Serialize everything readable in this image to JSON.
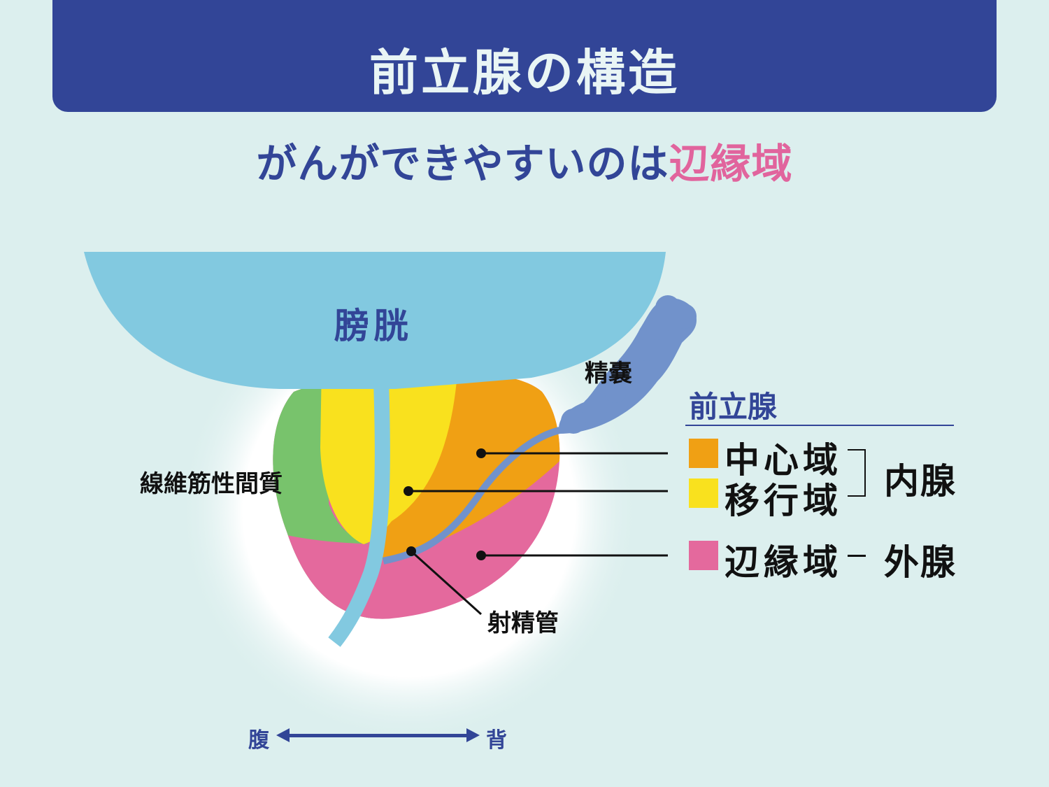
{
  "header": {
    "title": "前立腺の構造"
  },
  "subtitle": {
    "text_plain": "がんができやすいのは",
    "text_highlight": "辺縁域"
  },
  "diagram": {
    "labels": {
      "bladder": "膀胱",
      "seminal_vesicle": "精嚢",
      "fibromuscular_stroma": "線維筋性間質",
      "ejaculatory_duct": "射精管"
    },
    "colors": {
      "background": "#dcefee",
      "header": "#324597",
      "bladder": "#82c9e0",
      "seminal_vesicle": "#7192cb",
      "central_zone": "#f0a014",
      "transition_zone": "#f9e11e",
      "peripheral_zone": "#e4699d",
      "stroma": "#78c36c",
      "highlight": "#e1649d"
    }
  },
  "legend": {
    "title": "前立腺",
    "items": [
      {
        "label": "中心域",
        "color": "#f0a014"
      },
      {
        "label": "移行域",
        "color": "#f9e11e"
      },
      {
        "label": "辺縁域",
        "color": "#e4699d"
      }
    ],
    "inner_gland": "内腺",
    "outer_gland": "外腺"
  },
  "axis": {
    "left": "腹",
    "right": "背"
  }
}
